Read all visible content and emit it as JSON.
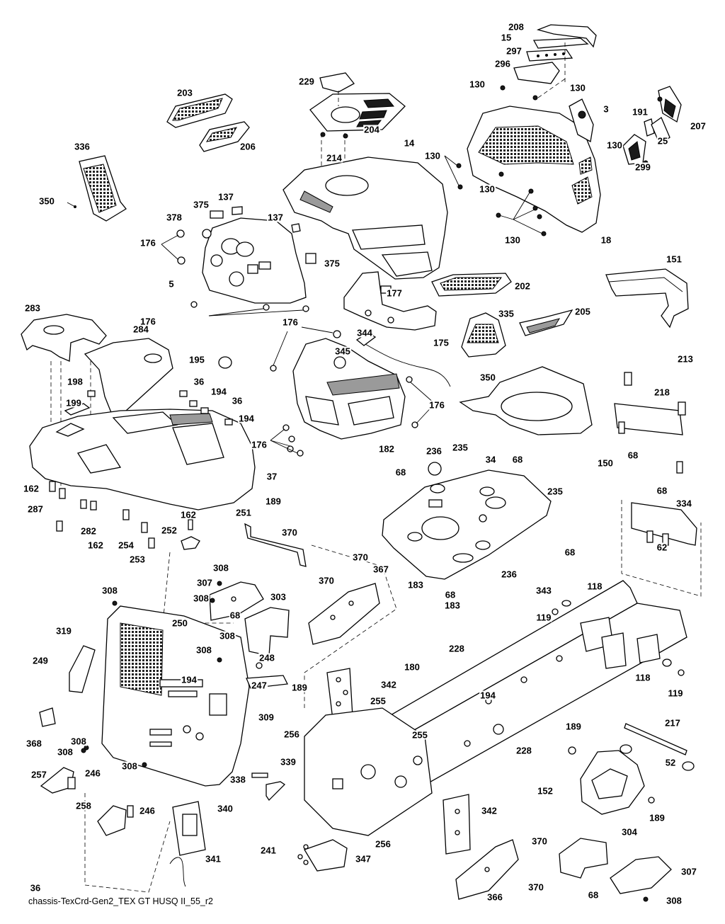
{
  "diagram": {
    "caption": "chassis-TexCrd-Gen2_TEX GT HUSQ II_55_r2"
  },
  "callouts": [
    "208",
    "15",
    "297",
    "296",
    "130",
    "130",
    "229",
    "204",
    "214",
    "14",
    "203",
    "206",
    "336",
    "350",
    "130",
    "3",
    "191",
    "207",
    "25",
    "130",
    "299",
    "130",
    "130",
    "18",
    "375",
    "137",
    "137",
    "378",
    "176",
    "5",
    "375",
    "176",
    "176",
    "177",
    "202",
    "283",
    "284",
    "195",
    "36",
    "194",
    "36",
    "194",
    "198",
    "199",
    "176",
    "344",
    "345",
    "335",
    "205",
    "175",
    "350",
    "182",
    "176",
    "176",
    "151",
    "213",
    "218",
    "68",
    "150",
    "68",
    "37",
    "162",
    "287",
    "282",
    "162",
    "254",
    "162",
    "253",
    "252",
    "251",
    "189",
    "370",
    "236",
    "235",
    "68",
    "34",
    "68",
    "235",
    "334",
    "62",
    "68",
    "370",
    "367",
    "370",
    "308",
    "307",
    "303",
    "308",
    "68",
    "308",
    "183",
    "68",
    "183",
    "236",
    "343",
    "118",
    "119",
    "308",
    "319",
    "250",
    "249",
    "308",
    "248",
    "247",
    "194",
    "228",
    "180",
    "342",
    "118",
    "119",
    "189",
    "255",
    "194",
    "228",
    "309",
    "256",
    "255",
    "189",
    "217",
    "52",
    "368",
    "308",
    "308",
    "308",
    "246",
    "257",
    "338",
    "339",
    "152",
    "189",
    "258",
    "246",
    "340",
    "256",
    "342",
    "304",
    "241",
    "347",
    "370",
    "307",
    "341",
    "36",
    "366",
    "370",
    "68",
    "308"
  ]
}
